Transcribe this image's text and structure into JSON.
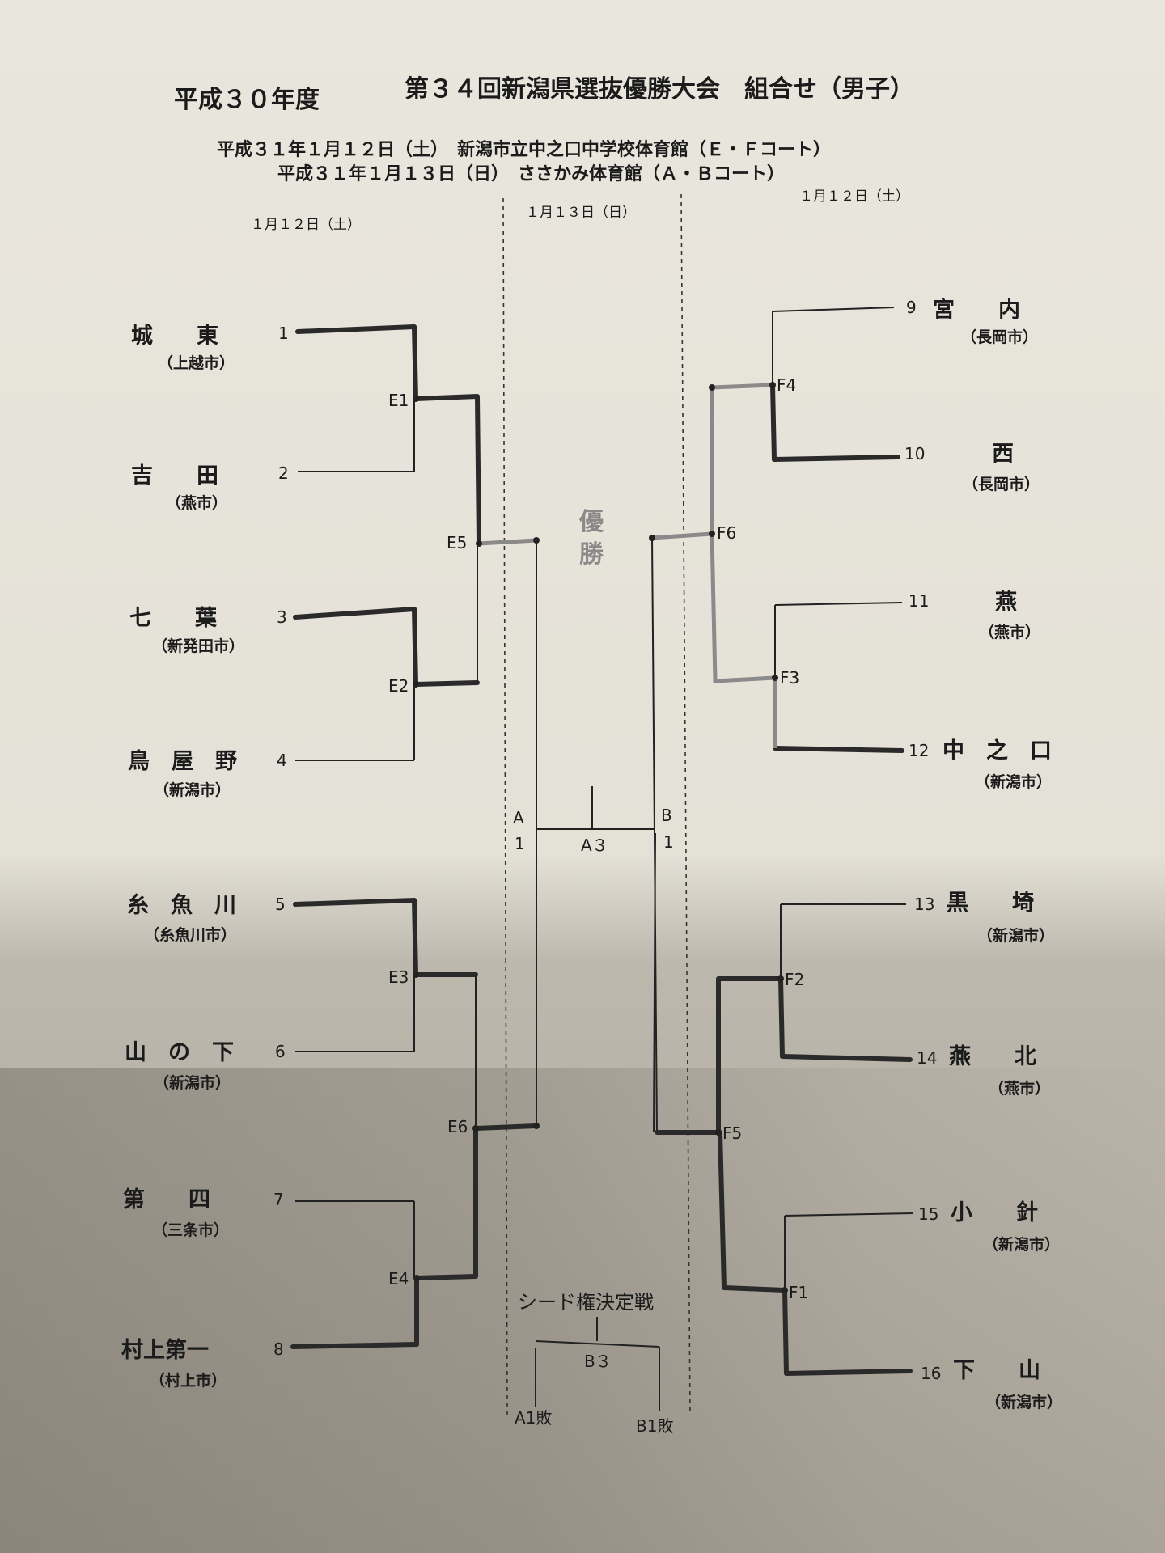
{
  "header": {
    "year": "平成３０年度",
    "title": "第３４回新潟県選抜優勝大会　組合せ（男子）",
    "schedule_line1": "平成３１年１月１２日（土）　新潟市立中之口中学校体育館（Ｅ・Ｆコート）",
    "schedule_line2": "平成３１年１月１３日（日）　ささかみ体育館（Ａ・Ｂコート）"
  },
  "day_labels": {
    "left": "１月１２日（土）",
    "center": "１月１３日（日）",
    "right": "１月１２日（土）"
  },
  "champion_label": [
    "優",
    "勝"
  ],
  "left_teams": [
    {
      "num": "1",
      "name": "城　　東",
      "city": "（上越市）"
    },
    {
      "num": "2",
      "name": "吉　　田",
      "city": "（燕市）"
    },
    {
      "num": "3",
      "name": "七　　葉",
      "city": "（新発田市）"
    },
    {
      "num": "4",
      "name": "鳥　屋　野",
      "city": "（新潟市）"
    },
    {
      "num": "5",
      "name": "糸　魚　川",
      "city": "（糸魚川市）"
    },
    {
      "num": "6",
      "name": "山　の　下",
      "city": "（新潟市）"
    },
    {
      "num": "7",
      "name": "第　　四",
      "city": "（三条市）"
    },
    {
      "num": "8",
      "name": "村上第一",
      "city": "（村上市）"
    }
  ],
  "right_teams": [
    {
      "num": "9",
      "name": "宮　　内",
      "city": "（長岡市）"
    },
    {
      "num": "10",
      "name": "西",
      "city": "（長岡市）"
    },
    {
      "num": "11",
      "name": "燕",
      "city": "（燕市）"
    },
    {
      "num": "12",
      "name": "中　之　口",
      "city": "（新潟市）"
    },
    {
      "num": "13",
      "name": "黒　　埼",
      "city": "（新潟市）"
    },
    {
      "num": "14",
      "name": "燕　　北",
      "city": "（燕市）"
    },
    {
      "num": "15",
      "name": "小　　針",
      "city": "（新潟市）"
    },
    {
      "num": "16",
      "name": "下　　山",
      "city": "（新潟市）"
    }
  ],
  "match_codes": {
    "E1": "E1",
    "E2": "E2",
    "E3": "E3",
    "E4": "E4",
    "E5": "E5",
    "E6": "E6",
    "F1": "F1",
    "F2": "F2",
    "F3": "F3",
    "F4": "F4",
    "F5": "F5",
    "F6": "F6"
  },
  "finals": {
    "A1": [
      "A",
      "1"
    ],
    "B1": [
      "B",
      "1"
    ],
    "A3": "A３",
    "seed_title": "シード権決定戦",
    "B3": "B３",
    "A1_loser": "A1敗",
    "B1_loser": "B1敗"
  }
}
